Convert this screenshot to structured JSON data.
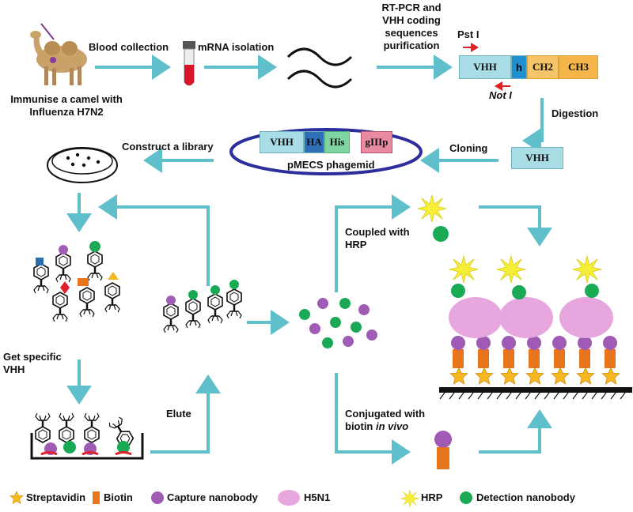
{
  "steps": {
    "immunise": [
      "Immunise a camel with",
      "Influenza H7N2"
    ],
    "blood_collection": "Blood collection",
    "mrna_isolation": "mRNA isolation",
    "rtpcr": [
      "RT-PCR and",
      "VHH coding",
      "sequences",
      "purification"
    ],
    "pst": "Pst I",
    "not": "Not I",
    "digestion": "Digestion",
    "cloning": "Cloning",
    "construct_library": "Construct a library",
    "phagemid": "pMECS phagemid",
    "get_specific": [
      "Get specific",
      "VHH"
    ],
    "elute": "Elute",
    "coupled_hrp": [
      "Coupled with",
      "HRP"
    ],
    "conjugated_biotin": [
      "Conjugated with",
      "biotin"
    ],
    "in_vivo": "in vivo"
  },
  "construct": {
    "vhh": "VHH",
    "h": "h",
    "ch2": "CH2",
    "ch3": "CH3"
  },
  "digested_vhh": "VHH",
  "plasmid": {
    "vhh": "VHH",
    "ha": "HA",
    "his": "His",
    "giiip": "gIIIp"
  },
  "legend": [
    {
      "label": "Streptavidin",
      "icon": "streptavidin-star",
      "color": "#f5b820"
    },
    {
      "label": "Biotin",
      "icon": "biotin-bar",
      "color": "#e8741e"
    },
    {
      "label": "Capture nanobody",
      "icon": "purple-dot",
      "color": "#a05bb5"
    },
    {
      "label": "H5N1",
      "icon": "pink-ellipse",
      "color": "#e8a6de"
    },
    {
      "label": "HRP",
      "icon": "yellow-burst",
      "color": "#f7ee3a"
    },
    {
      "label": "Detection nanobody",
      "icon": "green-dot",
      "color": "#1aaa55"
    }
  ],
  "colors": {
    "arrow": "#5fbfca",
    "box": "#a9dde6",
    "h_box": "#1f8fd0",
    "ch": "#f4c36a",
    "plasmid": "#2b2e9b"
  }
}
